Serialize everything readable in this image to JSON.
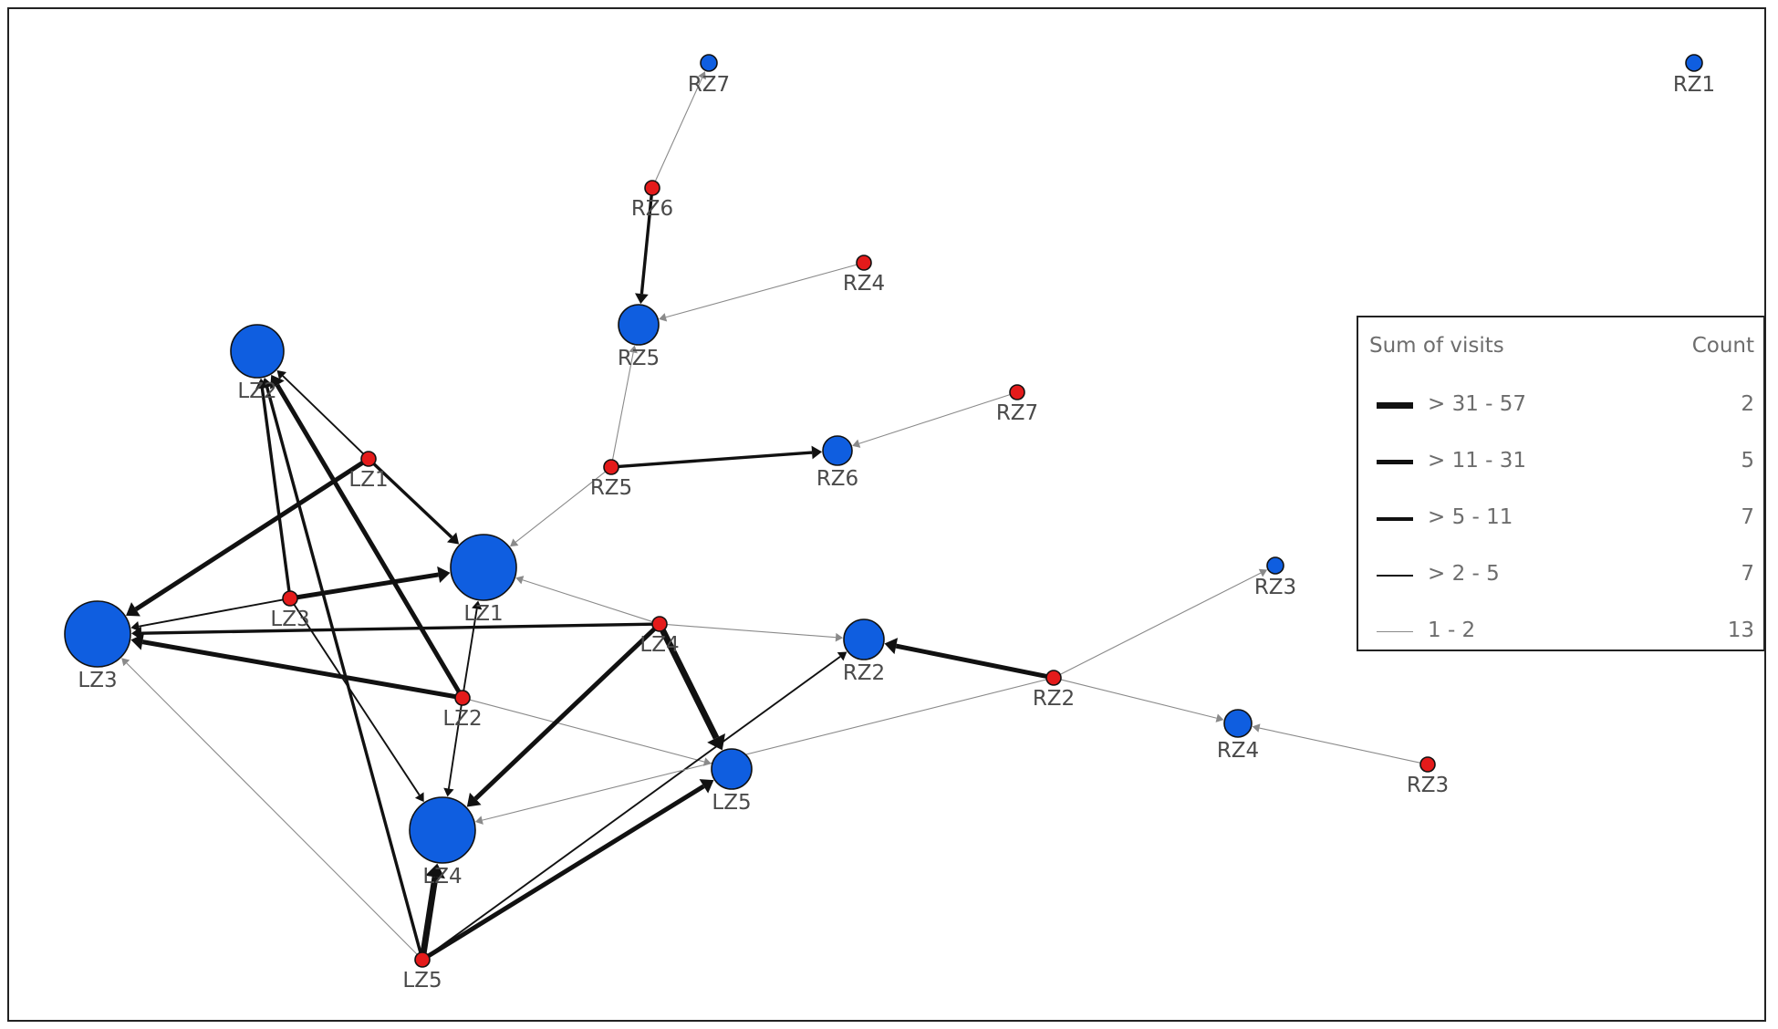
{
  "colors": {
    "blue_node": "#0f5ee0",
    "red_node": "#e41b1b",
    "edge": "#111111",
    "light_edge": "#8a8a8a"
  },
  "nodes": [
    {
      "id": "b_LZ2",
      "label": "LZ2",
      "group": "blue"
    },
    {
      "id": "b_LZ1",
      "label": "LZ1",
      "group": "blue"
    },
    {
      "id": "b_LZ3",
      "label": "LZ3",
      "group": "blue"
    },
    {
      "id": "b_LZ4",
      "label": "LZ4",
      "group": "blue"
    },
    {
      "id": "b_LZ5",
      "label": "LZ5",
      "group": "blue"
    },
    {
      "id": "b_RZ2",
      "label": "RZ2",
      "group": "blue"
    },
    {
      "id": "b_RZ4",
      "label": "RZ4",
      "group": "blue"
    },
    {
      "id": "b_RZ3",
      "label": "RZ3",
      "group": "blue"
    },
    {
      "id": "b_RZ5",
      "label": "RZ5",
      "group": "blue"
    },
    {
      "id": "b_RZ6",
      "label": "RZ6",
      "group": "blue"
    },
    {
      "id": "b_RZ7",
      "label": "RZ7",
      "group": "blue"
    },
    {
      "id": "b_RZ1",
      "label": "RZ1",
      "group": "blue"
    },
    {
      "id": "r_LZ1",
      "label": "LZ1",
      "group": "red"
    },
    {
      "id": "r_LZ2",
      "label": "LZ2",
      "group": "red"
    },
    {
      "id": "r_LZ3",
      "label": "LZ3",
      "group": "red"
    },
    {
      "id": "r_LZ4",
      "label": "LZ4",
      "group": "red"
    },
    {
      "id": "r_LZ5",
      "label": "LZ5",
      "group": "red"
    },
    {
      "id": "r_RZ2",
      "label": "RZ2",
      "group": "red"
    },
    {
      "id": "r_RZ3",
      "label": "RZ3",
      "group": "red"
    },
    {
      "id": "r_RZ4",
      "label": "RZ4",
      "group": "red"
    },
    {
      "id": "r_RZ5",
      "label": "RZ5",
      "group": "red"
    },
    {
      "id": "r_RZ6",
      "label": "RZ6",
      "group": "red"
    },
    {
      "id": "r_RZ7",
      "label": "RZ7",
      "group": "red"
    }
  ],
  "edges": [
    {
      "from": "r_LZ1",
      "to": "b_LZ2",
      "weight_class": 4
    },
    {
      "from": "r_LZ1",
      "to": "b_LZ1",
      "weight_class": 3
    },
    {
      "from": "r_LZ1",
      "to": "b_LZ3",
      "weight_class": 2
    },
    {
      "from": "r_LZ3",
      "to": "b_LZ1",
      "weight_class": 2
    },
    {
      "from": "r_LZ3",
      "to": "b_LZ3",
      "weight_class": 4
    },
    {
      "from": "r_LZ3",
      "to": "b_LZ2",
      "weight_class": 3
    },
    {
      "from": "r_LZ3",
      "to": "b_LZ4",
      "weight_class": 4
    },
    {
      "from": "r_LZ2",
      "to": "b_LZ3",
      "weight_class": 2
    },
    {
      "from": "r_LZ2",
      "to": "b_LZ2",
      "weight_class": 2
    },
    {
      "from": "r_LZ2",
      "to": "b_LZ4",
      "weight_class": 4
    },
    {
      "from": "r_LZ2",
      "to": "b_LZ1",
      "weight_class": 4
    },
    {
      "from": "r_LZ2",
      "to": "b_LZ5",
      "weight_class": 5
    },
    {
      "from": "r_LZ4",
      "to": "b_LZ3",
      "weight_class": 3
    },
    {
      "from": "r_LZ4",
      "to": "b_LZ4",
      "weight_class": 2
    },
    {
      "from": "r_LZ4",
      "to": "b_LZ5",
      "weight_class": 1
    },
    {
      "from": "r_LZ4",
      "to": "b_RZ2",
      "weight_class": 5
    },
    {
      "from": "r_LZ4",
      "to": "b_LZ1",
      "weight_class": 5
    },
    {
      "from": "r_LZ5",
      "to": "b_LZ4",
      "weight_class": 1
    },
    {
      "from": "r_LZ5",
      "to": "b_LZ5",
      "weight_class": 2
    },
    {
      "from": "r_LZ5",
      "to": "b_LZ2",
      "weight_class": 3
    },
    {
      "from": "r_LZ5",
      "to": "b_RZ2",
      "weight_class": 4
    },
    {
      "from": "r_LZ5",
      "to": "b_LZ3",
      "weight_class": 5
    },
    {
      "from": "r_RZ2",
      "to": "b_RZ2",
      "weight_class": 2
    },
    {
      "from": "r_RZ2",
      "to": "b_RZ4",
      "weight_class": 5
    },
    {
      "from": "r_RZ2",
      "to": "b_RZ3",
      "weight_class": 5
    },
    {
      "from": "r_RZ2",
      "to": "b_LZ4",
      "weight_class": 5
    },
    {
      "from": "r_RZ3",
      "to": "b_RZ4",
      "weight_class": 5
    },
    {
      "from": "r_RZ4",
      "to": "b_RZ5",
      "weight_class": 5
    },
    {
      "from": "r_RZ5",
      "to": "b_RZ6",
      "weight_class": 3
    },
    {
      "from": "r_RZ5",
      "to": "b_LZ1",
      "weight_class": 5
    },
    {
      "from": "r_RZ5",
      "to": "b_RZ5",
      "weight_class": 5
    },
    {
      "from": "r_RZ6",
      "to": "b_RZ5",
      "weight_class": 3
    },
    {
      "from": "r_RZ6",
      "to": "b_RZ7",
      "weight_class": 5
    },
    {
      "from": "r_RZ7",
      "to": "b_RZ6",
      "weight_class": 5
    }
  ],
  "legend": {
    "title": "Sum of visits",
    "count_header": "Count",
    "rows": [
      {
        "range": "> 31 - 57",
        "count": "2"
      },
      {
        "range": "> 11 - 31",
        "count": "5"
      },
      {
        "range": "> 5 - 11",
        "count": "7"
      },
      {
        "range": "> 2 - 5",
        "count": "7"
      },
      {
        "range": "1 - 2",
        "count": "13"
      }
    ]
  }
}
